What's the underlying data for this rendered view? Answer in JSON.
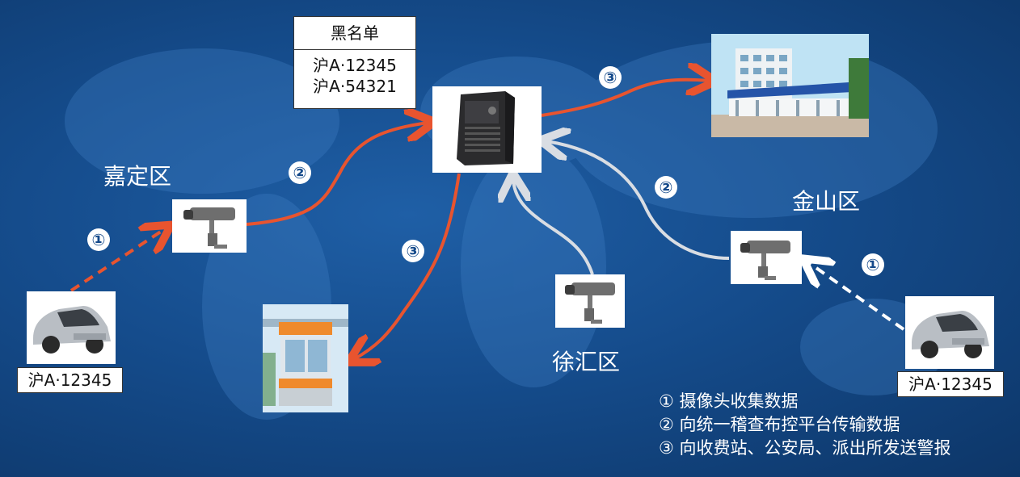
{
  "blacklist": {
    "title": "黑名单",
    "plates": [
      "沪A·12345",
      "沪A·54321"
    ]
  },
  "regions": {
    "jiading": "嘉定区",
    "jinshan": "金山区",
    "xuhui": "徐汇区"
  },
  "step_markers": {
    "one": "①",
    "two": "②",
    "three": "③"
  },
  "cars": {
    "left_plate": "沪A·12345",
    "right_plate": "沪A·12345"
  },
  "legend": {
    "step1": "① 摄像头收集数据",
    "step2": "② 向统一稽查布控平台传输数据",
    "step3": "③ 向收费站、公安局、派出所发送警报"
  },
  "colors": {
    "orange_arrow": "#e8542f",
    "white_arrow": "#d9dde3",
    "background": "#154c8c"
  },
  "icons": [
    "car-icon",
    "camera-icon",
    "server-icon",
    "building-icon",
    "toll-booth-icon"
  ]
}
